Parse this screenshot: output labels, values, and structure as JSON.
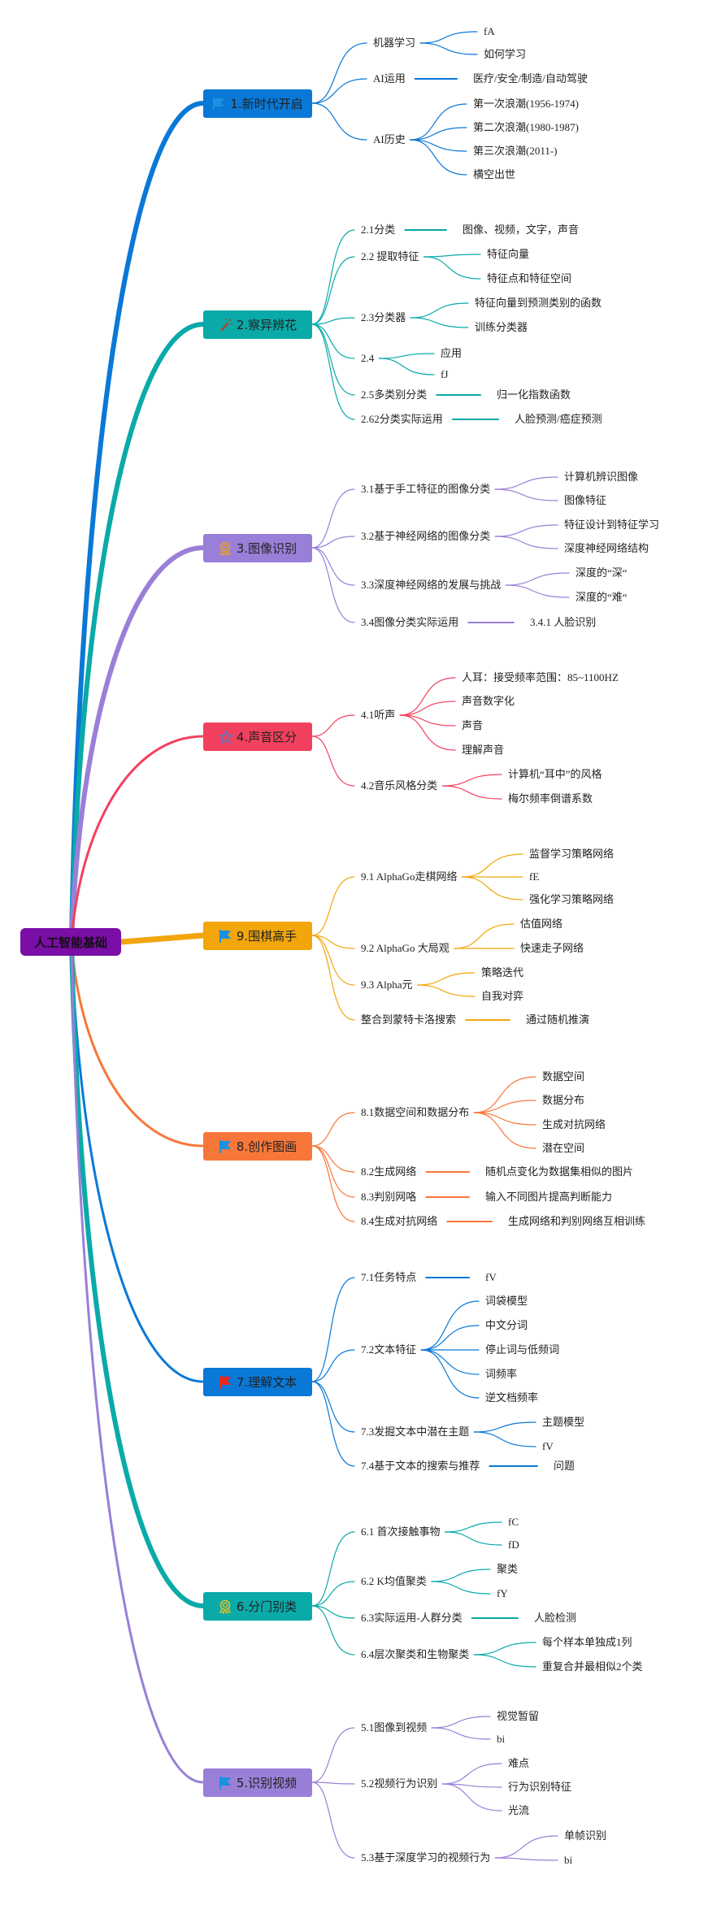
{
  "root": {
    "label": "人工智能基础",
    "color": "#7a0ea6"
  },
  "branches": [
    {
      "label": "1.新时代开启",
      "color": "#0a78d6",
      "icon": "flag-icon",
      "icon_color": "#1a90e0",
      "children": [
        {
          "label": "机器学习",
          "children": [
            "fA",
            "如何学习"
          ]
        },
        {
          "label": "AI运用",
          "children": [
            "医疗/安全/制造/自动驾驶"
          ]
        },
        {
          "label": "AI历史",
          "children": [
            "第一次浪潮(1956-1974)",
            "第二次浪潮(1980-1987)",
            "第三次浪潮(2011-)",
            "横空出世"
          ]
        }
      ]
    },
    {
      "label": "2.察异辨花",
      "color": "#0aaaa8",
      "icon": "magic-wand-icon",
      "icon_color": "#c0392b",
      "children": [
        {
          "label": "2.1分类",
          "children": [
            "图像、视频，文字，声音"
          ]
        },
        {
          "label": "2.2 提取特征",
          "children": [
            "特征向量",
            "特征点和特征空间"
          ]
        },
        {
          "label": "2.3分类器",
          "children": [
            "特征向量到预测类别的函数",
            "训练分类器"
          ]
        },
        {
          "label": "2.4",
          "children": [
            "应用",
            "fJ"
          ]
        },
        {
          "label": "2.5多类别分类",
          "children": [
            "归一化指数函数"
          ]
        },
        {
          "label": "2.62分类实际运用",
          "children": [
            "人脸预测/癌症预测"
          ]
        }
      ]
    },
    {
      "label": "3.图像识别",
      "color": "#9a7fd8",
      "icon": "medal-icon",
      "icon_color": "#e8a020",
      "children": [
        {
          "label": "3.1基于手工特征的图像分类",
          "children": [
            "计算机辨识图像",
            "图像特征"
          ]
        },
        {
          "label": "3.2基于神经网络的图像分类",
          "children": [
            "特征设计到特征学习",
            "深度神经网络结构"
          ]
        },
        {
          "label": "3.3深度神经网络的发展与挑战",
          "children": [
            "深度的“深“",
            "深度的“难“"
          ]
        },
        {
          "label": "3.4图像分类实际运用",
          "children": [
            "3.4.1 人脸识别"
          ]
        }
      ]
    },
    {
      "label": "4.声音区分",
      "color": "#f2415e",
      "icon": "star-icon",
      "icon_color": "#6f6fb8",
      "children": [
        {
          "label": "4.1听声",
          "children": [
            "人耳：接受频率范围：85~1100HZ",
            "声音数字化",
            "声音",
            "理解声音"
          ]
        },
        {
          "label": "4.2音乐风格分类",
          "children": [
            "计算机“耳中”的风格",
            "梅尔频率倒谱系数"
          ]
        }
      ]
    },
    {
      "label": "9.围棋高手",
      "color": "#f2a60c",
      "icon": "flag-icon",
      "icon_color": "#1a90e0",
      "children": [
        {
          "label": "9.1 AlphaGo走棋网络",
          "children": [
            "监督学习策略网络",
            "fE",
            "强化学习策略网络"
          ]
        },
        {
          "label": "9.2 AlphaGo 大局观",
          "children": [
            "估值网络",
            "快速走子网络"
          ]
        },
        {
          "label": "9.3 Alpha元",
          "children": [
            "策略迭代",
            "自我对弈"
          ]
        },
        {
          "label": "整合到蒙特卡洛搜索",
          "children": [
            "通过随机推演"
          ]
        }
      ]
    },
    {
      "label": "8.创作图画",
      "color": "#f7773a",
      "icon": "flag-icon",
      "icon_color": "#1a90e0",
      "children": [
        {
          "label": "8.1数据空间和数据分布",
          "children": [
            "数据空间",
            "数据分布",
            "生成对抗网络",
            "潜在空间"
          ]
        },
        {
          "label": "8.2生成网络",
          "children": [
            "随机点变化为数据集相似的图片"
          ]
        },
        {
          "label": "8.3判别网咯",
          "children": [
            "输入不同图片提高判断能力"
          ]
        },
        {
          "label": "8.4生成对抗网络",
          "children": [
            "生成网络和判别网络互相训练"
          ]
        }
      ]
    },
    {
      "label": "7.理解文本",
      "color": "#0a78d6",
      "icon": "flag-icon",
      "icon_color": "#e8281e",
      "children": [
        {
          "label": "7.1任务特点",
          "children": [
            "fV"
          ]
        },
        {
          "label": "7.2文本特征",
          "children": [
            "词袋模型",
            "中文分词",
            "停止词与低频词",
            "词频率",
            "逆文档频率"
          ]
        },
        {
          "label": "7.3发掘文本中潜在主题",
          "children": [
            "主题模型",
            "fV"
          ]
        },
        {
          "label": "7.4基于文本的搜索与推荐",
          "children": [
            "问题"
          ]
        }
      ]
    },
    {
      "label": "6.分门别类",
      "color": "#0aaaa8",
      "icon": "medal-icon",
      "icon_color": "#e8c020",
      "children": [
        {
          "label": "6.1 首次接触事物",
          "children": [
            "fC",
            "fD"
          ]
        },
        {
          "label": "6.2 K均值聚类",
          "children": [
            "聚类",
            "fY"
          ]
        },
        {
          "label": "6.3实际运用-人群分类",
          "children": [
            "人脸检测"
          ]
        },
        {
          "label": "6.4层次聚类和生物聚类",
          "children": [
            "每个样本单独成1列",
            "重复合并最相似2个类"
          ]
        }
      ]
    },
    {
      "label": "5.识别视频",
      "color": "#9a7fd8",
      "icon": "flag-icon",
      "icon_color": "#1a90e0",
      "children": [
        {
          "label": "5.1图像到视频",
          "children": [
            "视觉暂留",
            "bi"
          ]
        },
        {
          "label": "5.2视频行为识别",
          "children": [
            "难点",
            "行为识别特征",
            "光流"
          ]
        },
        {
          "label": "5.3基于深度学习的视频行为",
          "children": [
            "单帧识别",
            "bi"
          ]
        }
      ]
    }
  ]
}
